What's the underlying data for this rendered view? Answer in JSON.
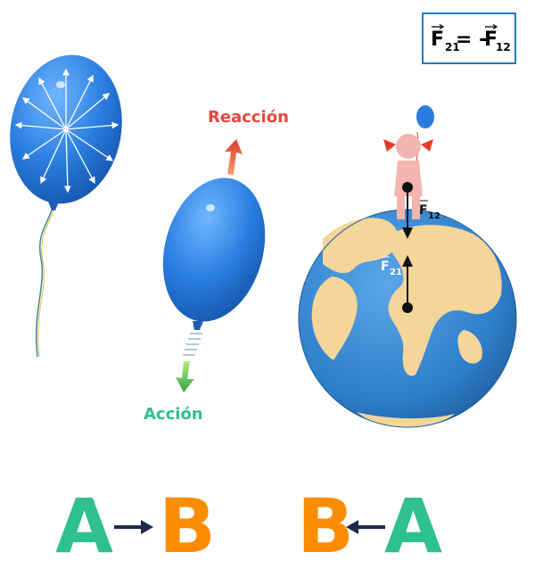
{
  "formula": {
    "left_F": "F",
    "left_sub": "21",
    "eq": "= -",
    "right_F": "F",
    "right_sub": "12"
  },
  "labels": {
    "reaccion": "Reacción",
    "accion": "Acción",
    "f12_F": "F",
    "f12_sub": "12",
    "f21_F": "F",
    "f21_sub": "21"
  },
  "bottom": {
    "left": {
      "first": "A",
      "second": "B",
      "arrow_direction": "right"
    },
    "right": {
      "first": "B",
      "second": "A",
      "arrow_direction": "left"
    }
  },
  "colors": {
    "reaccion": "#e8463b",
    "accion": "#2ec08f",
    "letter_A": "#2ec08f",
    "letter_B": "#fb8c00",
    "arrow_dark": "#1c2b4a",
    "balloon": "#2a7de0",
    "formula_border": "#1f78c8",
    "ocean": "#2e7fc9",
    "land": "#f4d59a"
  }
}
